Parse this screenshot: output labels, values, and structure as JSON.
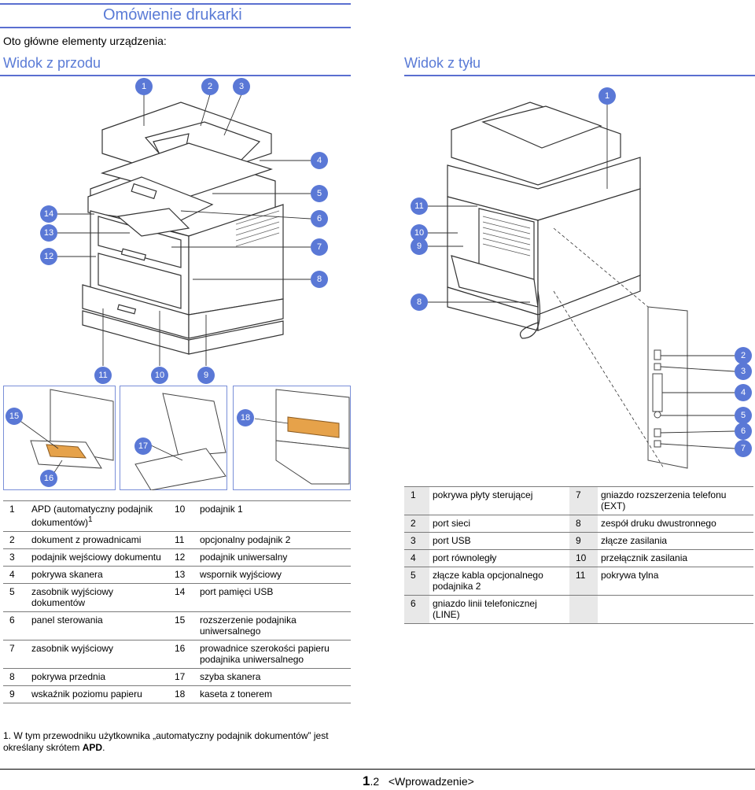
{
  "page": {
    "title": "Omówienie drukarki",
    "intro": "Oto główne elementy urządzenia:",
    "front_heading": "Widok z przodu",
    "rear_heading": "Widok z tyłu"
  },
  "callouts": {
    "front_top": [
      "1",
      "2",
      "3"
    ],
    "front_right": [
      "4",
      "5",
      "6",
      "7",
      "8"
    ],
    "front_left": [
      "14",
      "13",
      "12"
    ],
    "front_bottom": [
      "11",
      "10",
      "9"
    ],
    "panels": [
      "15",
      "16",
      "17",
      "18"
    ],
    "rear_top": [
      "1"
    ],
    "rear_left": [
      "11",
      "10",
      "9",
      "8"
    ],
    "rear_detail": [
      "2",
      "3",
      "4",
      "5",
      "6",
      "7"
    ]
  },
  "front_table": {
    "rows": [
      {
        "n1": "1",
        "t1": "APD (automatyczny podajnik dokumentów)",
        "sup": "1",
        "n2": "10",
        "t2": "podajnik 1"
      },
      {
        "n1": "2",
        "t1": "dokument z prowadnicami",
        "sup": "",
        "n2": "11",
        "t2": "opcjonalny podajnik 2"
      },
      {
        "n1": "3",
        "t1": "podajnik wejściowy dokumentu",
        "sup": "",
        "n2": "12",
        "t2": "podajnik uniwersalny"
      },
      {
        "n1": "4",
        "t1": "pokrywa skanera",
        "sup": "",
        "n2": "13",
        "t2": "wspornik wyjściowy"
      },
      {
        "n1": "5",
        "t1": "zasobnik wyjściowy dokumentów",
        "sup": "",
        "n2": "14",
        "t2": "port pamięci USB"
      },
      {
        "n1": "6",
        "t1": "panel sterowania",
        "sup": "",
        "n2": "15",
        "t2": "rozszerzenie podajnika uniwersalnego"
      },
      {
        "n1": "7",
        "t1": "zasobnik wyjściowy",
        "sup": "",
        "n2": "16",
        "t2": "prowadnice szerokości papieru podajnika uniwersalnego"
      },
      {
        "n1": "8",
        "t1": "pokrywa przednia",
        "sup": "",
        "n2": "17",
        "t2": "szyba skanera"
      },
      {
        "n1": "9",
        "t1": "wskaźnik poziomu papieru",
        "sup": "",
        "n2": "18",
        "t2": "kaseta z tonerem"
      }
    ]
  },
  "rear_table": {
    "rows": [
      {
        "n1": "1",
        "t1": "pokrywa płyty sterującej",
        "n2": "7",
        "t2": "gniazdo rozszerzenia telefonu (EXT)"
      },
      {
        "n1": "2",
        "t1": "port sieci",
        "n2": "8",
        "t2": "zespół druku dwustronnego"
      },
      {
        "n1": "3",
        "t1": "port USB",
        "n2": "9",
        "t2": "złącze zasilania"
      },
      {
        "n1": "4",
        "t1": "port równoległy",
        "n2": "10",
        "t2": "przełącznik zasilania"
      },
      {
        "n1": "5",
        "t1": "złącze kabla opcjonalnego podajnika 2",
        "n2": "11",
        "t2": "pokrywa tylna"
      },
      {
        "n1": "6",
        "t1": "gniazdo linii telefonicznej (LINE)",
        "n2": "",
        "t2": ""
      }
    ]
  },
  "footnote": {
    "mark": "1.",
    "text_before": "W tym przewodniku użytkownika „automatyczny podajnik dokumentów” jest określany skrótem",
    "abbr": "APD",
    "text_after": "."
  },
  "footer": {
    "page_num": "1",
    "page_sub": ".2",
    "chapter": "<Wprowadzenie>"
  },
  "colors": {
    "accent": "#5a78d6",
    "table_shade": "#e8e8e8",
    "rule": "#7a7a7a"
  }
}
